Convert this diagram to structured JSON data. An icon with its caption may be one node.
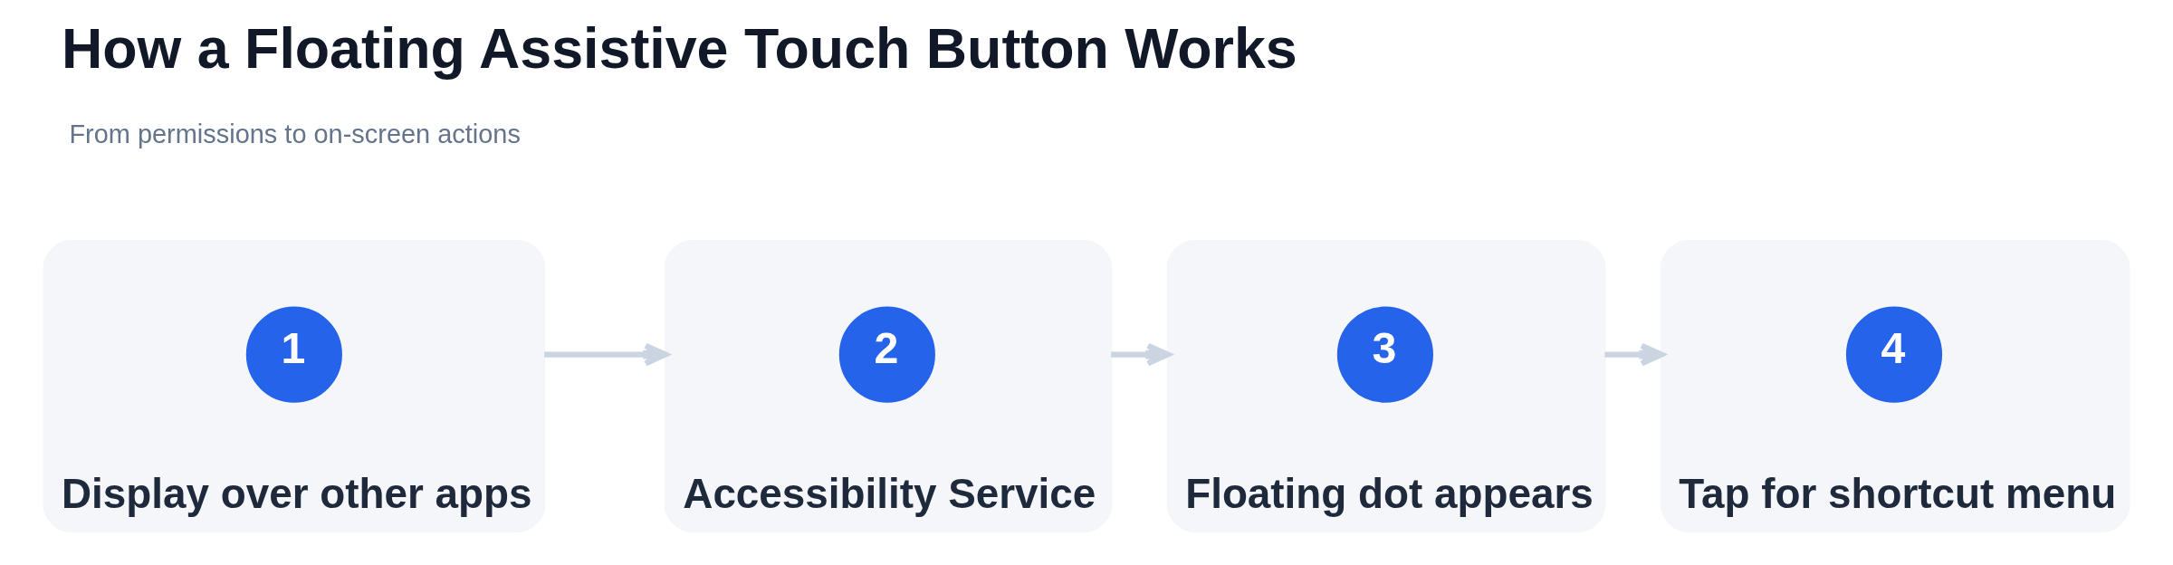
{
  "diagram": {
    "title": "How a Floating Assistive Touch Button Works",
    "nodes": [
      {
        "text": [
          "Display over other apps"
        ]
      },
      {
        "text": [
          "1"
        ],
        "in": 0
      },
      {
        "text": [
          "Accessibility Service"
        ]
      },
      {
        "text": [
          "2"
        ],
        "in": 2
      },
      {
        "text": [
          "Floating dot appears"
        ]
      },
      {
        "text": [
          "3"
        ],
        "in": 4
      },
      {
        "text": [
          "Tap for shortcut menu"
        ]
      },
      {
        "text": [
          "4"
        ],
        "in": 6
      }
    ],
    "edges": [
      {
        "from": 0,
        "to": 2,
        "arrow": "to"
      },
      {
        "from": 2,
        "to": 4,
        "arrow": "to"
      },
      {
        "from": 4,
        "to": 6,
        "arrow": "to"
      }
    ],
    "labels": [
      "From permissions to on-screen actions"
    ]
  }
}
